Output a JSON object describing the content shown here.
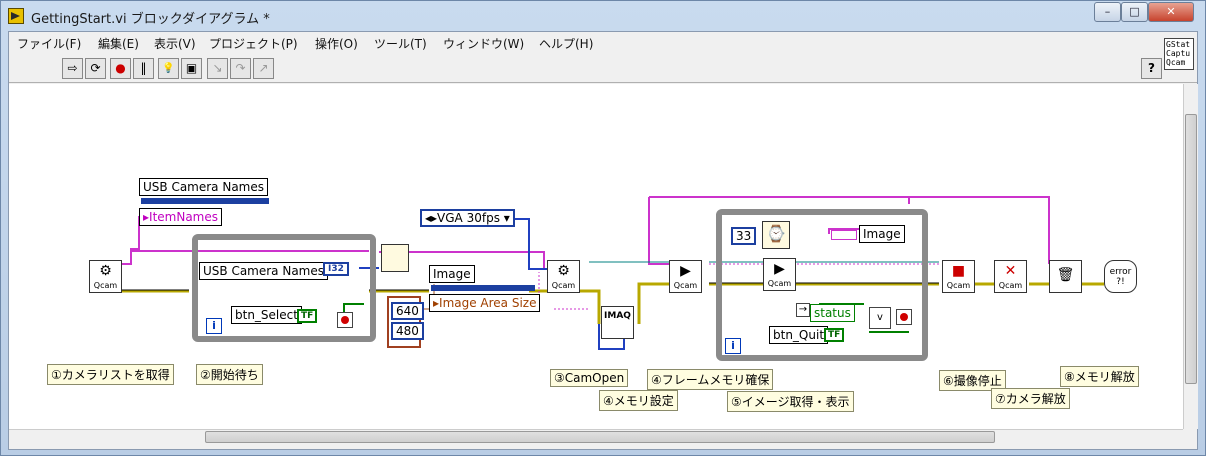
{
  "window": {
    "title": "GettingStart.vi ブロックダイアグラム *",
    "controls": {
      "minimize": "–",
      "maximize": "□",
      "close": "✕"
    }
  },
  "menu": [
    "ファイル(F)",
    "編集(E)",
    "表示(V)",
    "プロジェクト(P)",
    "操作(O)",
    "ツール(T)",
    "ウィンドウ(W)",
    "ヘルプ(H)"
  ],
  "toolbar": {
    "buttons": [
      {
        "name": "run-arrow-icon",
        "glyph": "⇨"
      },
      {
        "name": "run-continuously-icon",
        "glyph": "⟳"
      },
      {
        "name": "abort-icon",
        "glyph": "●"
      },
      {
        "name": "pause-icon",
        "glyph": "‖"
      },
      {
        "name": "highlight-execution-icon",
        "glyph": "💡"
      },
      {
        "name": "retain-wire-values-icon",
        "glyph": "▣"
      },
      {
        "name": "step-into-icon",
        "glyph": "↘"
      },
      {
        "name": "step-over-icon",
        "glyph": "↷"
      },
      {
        "name": "step-out-icon",
        "glyph": "↗"
      }
    ],
    "help_label": "?",
    "vi_icon_text": "GStat\nCaptu\nQcam"
  },
  "diagram": {
    "labels": {
      "usb_camera_names_top": "USB Camera Names",
      "item_names": "▸ItemNames",
      "usb_camera_names_loop": "USB Camera Names",
      "i32": "I32",
      "btn_select": "btn_Select",
      "tf": "TF",
      "image_top": "Image",
      "image_area_size": "▸Image Area Size",
      "num_640": "640",
      "num_480": "480",
      "vga_enum": "◂▸VGA 30fps ▾",
      "imaq": "IMAQ",
      "num_33": "33",
      "image_node": "Image",
      "status": "status",
      "btn_quit": "btn_Quit",
      "tf2": "TF",
      "iter": "i",
      "error": "error ?!",
      "qcam": "Qcam"
    },
    "comments": {
      "c1": "①カメラリストを取得",
      "c2": "②開始待ち",
      "c3": "③CamOpen",
      "c4": "④メモリ設定",
      "c4b": "④フレームメモリ確保",
      "c5": "⑤イメージ取得・表示",
      "c6": "⑥撮像停止",
      "c7": "⑦カメラ解放",
      "c8": "⑧メモリ解放"
    }
  }
}
